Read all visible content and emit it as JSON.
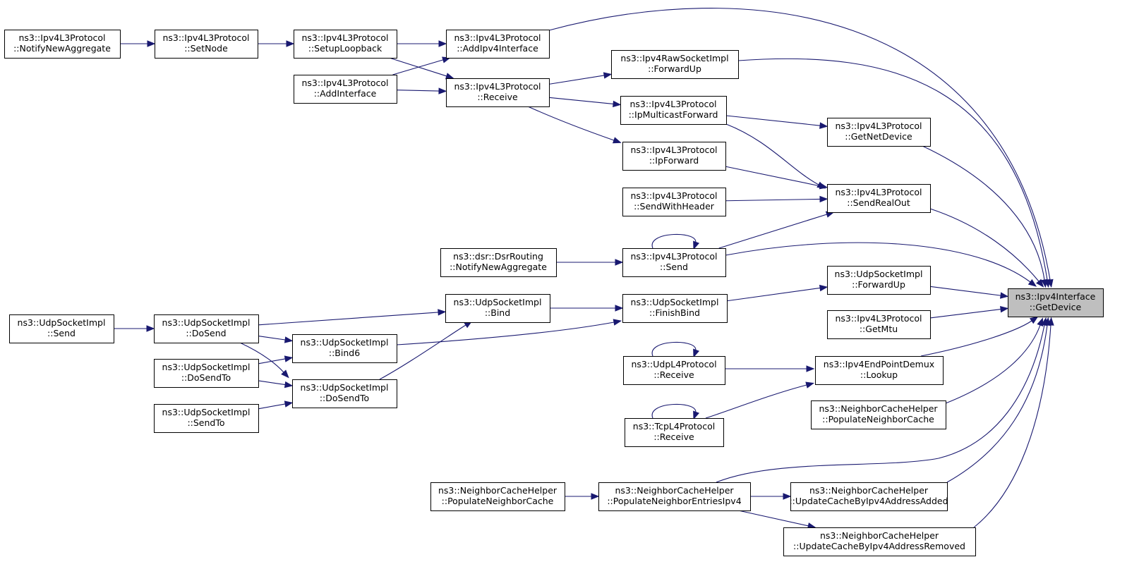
{
  "graph": {
    "target": "n_getdevice",
    "colors": {
      "edge": "#191970",
      "node_border": "#000000",
      "target_fill": "#bfbfbf",
      "background": "#ffffff"
    },
    "nodes": [
      {
        "id": "n_notifynewagg",
        "lines": [
          "ns3::Ipv4L3Protocol",
          "::NotifyNewAggregate"
        ]
      },
      {
        "id": "n_setnode",
        "lines": [
          "ns3::Ipv4L3Protocol",
          "::SetNode"
        ]
      },
      {
        "id": "n_setuploopback",
        "lines": [
          "ns3::Ipv4L3Protocol",
          "::SetupLoopback"
        ]
      },
      {
        "id": "n_addipv4iface",
        "lines": [
          "ns3::Ipv4L3Protocol",
          "::AddIpv4Interface"
        ]
      },
      {
        "id": "n_addinterface",
        "lines": [
          "ns3::Ipv4L3Protocol",
          "::AddInterface"
        ]
      },
      {
        "id": "n_receive",
        "lines": [
          "ns3::Ipv4L3Protocol",
          "::Receive"
        ]
      },
      {
        "id": "n_raw_forwardup",
        "lines": [
          "ns3::Ipv4RawSocketImpl",
          "::ForwardUp"
        ]
      },
      {
        "id": "n_ipmcastfwd",
        "lines": [
          "ns3::Ipv4L3Protocol",
          "::IpMulticastForward"
        ]
      },
      {
        "id": "n_ipforward",
        "lines": [
          "ns3::Ipv4L3Protocol",
          "::IpForward"
        ]
      },
      {
        "id": "n_sendwithheader",
        "lines": [
          "ns3::Ipv4L3Protocol",
          "::SendWithHeader"
        ]
      },
      {
        "id": "n_getnetdevice",
        "lines": [
          "ns3::Ipv4L3Protocol",
          "::GetNetDevice"
        ]
      },
      {
        "id": "n_sendrealout",
        "lines": [
          "ns3::Ipv4L3Protocol",
          "::SendRealOut"
        ]
      },
      {
        "id": "n_dsr_notify",
        "lines": [
          "ns3::dsr::DsrRouting",
          "::NotifyNewAggregate"
        ]
      },
      {
        "id": "n_send",
        "lines": [
          "ns3::Ipv4L3Protocol",
          "::Send"
        ]
      },
      {
        "id": "n_udp_forwardup",
        "lines": [
          "ns3::UdpSocketImpl",
          "::ForwardUp"
        ]
      },
      {
        "id": "n_getdevice",
        "lines": [
          "ns3::Ipv4Interface",
          "::GetDevice"
        ]
      },
      {
        "id": "n_getmtu",
        "lines": [
          "ns3::Ipv4L3Protocol",
          "::GetMtu"
        ]
      },
      {
        "id": "n_udp_send",
        "lines": [
          "ns3::UdpSocketImpl",
          "::Send"
        ]
      },
      {
        "id": "n_udp_dosend",
        "lines": [
          "ns3::UdpSocketImpl",
          "::DoSend"
        ]
      },
      {
        "id": "n_udp_bind",
        "lines": [
          "ns3::UdpSocketImpl",
          "::Bind"
        ]
      },
      {
        "id": "n_udp_finishbind",
        "lines": [
          "ns3::UdpSocketImpl",
          "::FinishBind"
        ]
      },
      {
        "id": "n_udp_bind6",
        "lines": [
          "ns3::UdpSocketImpl",
          "::Bind6"
        ]
      },
      {
        "id": "n_udp_dosendto_a",
        "lines": [
          "ns3::UdpSocketImpl",
          "::DoSendTo"
        ]
      },
      {
        "id": "n_udp_dosendto_b",
        "lines": [
          "ns3::UdpSocketImpl",
          "::DoSendTo"
        ]
      },
      {
        "id": "n_udp_sendto",
        "lines": [
          "ns3::UdpSocketImpl",
          "::SendTo"
        ]
      },
      {
        "id": "n_udpl4_receive",
        "lines": [
          "ns3::UdpL4Protocol",
          "::Receive"
        ]
      },
      {
        "id": "n_tcpl4_receive",
        "lines": [
          "ns3::TcpL4Protocol",
          "::Receive"
        ]
      },
      {
        "id": "n_lookup",
        "lines": [
          "ns3::Ipv4EndPointDemux",
          "::Lookup"
        ]
      },
      {
        "id": "n_nch_populate_r",
        "lines": [
          "ns3::NeighborCacheHelper",
          "::PopulateNeighborCache"
        ]
      },
      {
        "id": "n_nch_populate_l",
        "lines": [
          "ns3::NeighborCacheHelper",
          "::PopulateNeighborCache"
        ]
      },
      {
        "id": "n_nch_entries",
        "lines": [
          "ns3::NeighborCacheHelper",
          "::PopulateNeighborEntriesIpv4"
        ]
      },
      {
        "id": "n_nch_added",
        "lines": [
          "ns3::NeighborCacheHelper",
          "::UpdateCacheByIpv4AddressAdded"
        ]
      },
      {
        "id": "n_nch_removed",
        "lines": [
          "ns3::NeighborCacheHelper",
          "::UpdateCacheByIpv4AddressRemoved"
        ]
      }
    ],
    "edges": [
      {
        "from": "n_notifynewagg",
        "to": "n_setnode"
      },
      {
        "from": "n_setnode",
        "to": "n_setuploopback"
      },
      {
        "from": "n_setuploopback",
        "to": "n_addipv4iface"
      },
      {
        "from": "n_setuploopback",
        "to": "n_receive"
      },
      {
        "from": "n_addinterface",
        "to": "n_addipv4iface"
      },
      {
        "from": "n_addinterface",
        "to": "n_receive"
      },
      {
        "from": "n_addipv4iface",
        "to": "n_getdevice"
      },
      {
        "from": "n_receive",
        "to": "n_raw_forwardup"
      },
      {
        "from": "n_receive",
        "to": "n_ipmcastfwd"
      },
      {
        "from": "n_receive",
        "to": "n_ipforward"
      },
      {
        "from": "n_raw_forwardup",
        "to": "n_getdevice"
      },
      {
        "from": "n_ipmcastfwd",
        "to": "n_getnetdevice"
      },
      {
        "from": "n_ipmcastfwd",
        "to": "n_sendrealout"
      },
      {
        "from": "n_ipforward",
        "to": "n_sendrealout"
      },
      {
        "from": "n_sendwithheader",
        "to": "n_sendrealout"
      },
      {
        "from": "n_send",
        "to": "n_sendrealout"
      },
      {
        "from": "n_send",
        "to": "n_send"
      },
      {
        "from": "n_send",
        "to": "n_getdevice"
      },
      {
        "from": "n_getnetdevice",
        "to": "n_getdevice"
      },
      {
        "from": "n_sendrealout",
        "to": "n_getdevice"
      },
      {
        "from": "n_dsr_notify",
        "to": "n_send"
      },
      {
        "from": "n_udp_forwardup",
        "to": "n_getdevice"
      },
      {
        "from": "n_getmtu",
        "to": "n_getdevice"
      },
      {
        "from": "n_udp_finishbind",
        "to": "n_udp_forwardup"
      },
      {
        "from": "n_udp_bind",
        "to": "n_udp_finishbind"
      },
      {
        "from": "n_udp_bind6",
        "to": "n_udp_finishbind"
      },
      {
        "from": "n_udp_dosend",
        "to": "n_udp_bind"
      },
      {
        "from": "n_udp_dosend",
        "to": "n_udp_bind6"
      },
      {
        "from": "n_udp_dosend",
        "to": "n_udp_dosendto_b"
      },
      {
        "from": "n_udp_send",
        "to": "n_udp_dosend"
      },
      {
        "from": "n_udp_dosendto_a",
        "to": "n_udp_bind6"
      },
      {
        "from": "n_udp_dosendto_a",
        "to": "n_udp_dosendto_b"
      },
      {
        "from": "n_udp_dosendto_b",
        "to": "n_udp_bind"
      },
      {
        "from": "n_udp_sendto",
        "to": "n_udp_dosendto_b"
      },
      {
        "from": "n_udpl4_receive",
        "to": "n_udpl4_receive"
      },
      {
        "from": "n_udpl4_receive",
        "to": "n_lookup"
      },
      {
        "from": "n_tcpl4_receive",
        "to": "n_tcpl4_receive"
      },
      {
        "from": "n_tcpl4_receive",
        "to": "n_lookup"
      },
      {
        "from": "n_lookup",
        "to": "n_getdevice"
      },
      {
        "from": "n_nch_populate_r",
        "to": "n_getdevice"
      },
      {
        "from": "n_nch_populate_l",
        "to": "n_nch_entries"
      },
      {
        "from": "n_nch_entries",
        "to": "n_getdevice"
      },
      {
        "from": "n_nch_entries",
        "to": "n_nch_added"
      },
      {
        "from": "n_nch_entries",
        "to": "n_nch_removed"
      },
      {
        "from": "n_nch_added",
        "to": "n_getdevice"
      },
      {
        "from": "n_nch_removed",
        "to": "n_getdevice"
      }
    ]
  }
}
